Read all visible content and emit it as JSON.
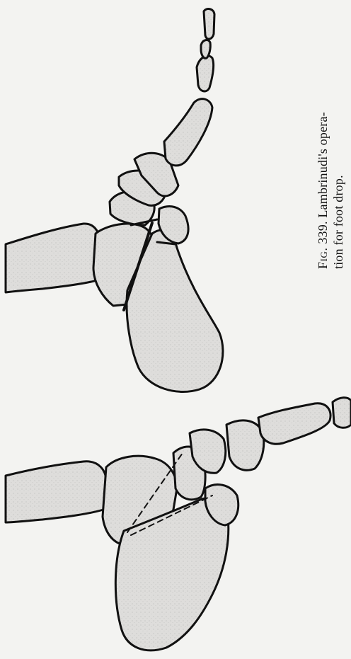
{
  "caption": {
    "label": "Fig.",
    "number": "339.",
    "title_line1": "Lambrinudi's opera-",
    "title_line2": "tion for foot drop."
  },
  "colors": {
    "paper": "#f3f3f1",
    "bone_fill": "#dcdcda",
    "ink": "#111111"
  }
}
